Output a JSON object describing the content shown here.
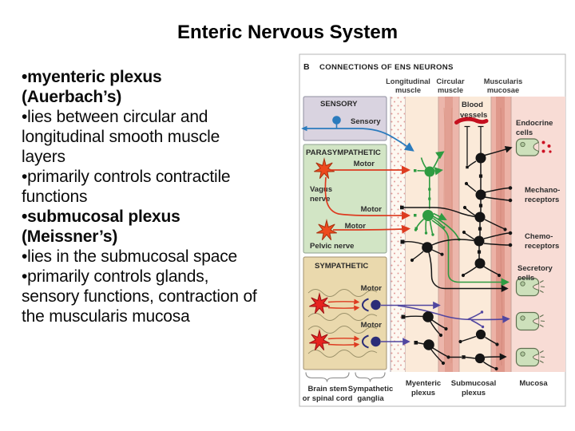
{
  "slide": {
    "title": "Enteric Nervous System"
  },
  "left_text": {
    "lines": [
      {
        "text": "•myenteric plexus",
        "bold": true
      },
      {
        "text": "(Auerbach’s)",
        "bold": true
      },
      {
        "text": "•lies between circular and",
        "bold": false
      },
      {
        "text": "longitudinal smooth muscle",
        "bold": false
      },
      {
        "text": "layers",
        "bold": false
      },
      {
        "text": "•primarily controls contractile",
        "bold": false
      },
      {
        "text": "functions",
        "bold": false
      },
      {
        "text": "•submucosal plexus",
        "bold": true
      },
      {
        "text": "(Meissner’s)",
        "bold": true
      },
      {
        "text": "•lies in the submucosal space",
        "bold": false
      },
      {
        "text": "•primarily controls glands,",
        "bold": false
      },
      {
        "text": "sensory functions, contraction of",
        "bold": false
      },
      {
        "text": "the muscularis mucosa",
        "bold": false
      }
    ]
  },
  "diagram": {
    "panel_letter": "B",
    "title": "CONNECTIONS OF ENS NEURONS",
    "col_longitudinal_1": "Longitudinal",
    "col_longitudinal_2": "muscle",
    "col_circular_1": "Circular",
    "col_circular_2": "muscle",
    "col_muscularis_1": "Muscularis",
    "col_muscularis_2": "mucosae",
    "sensory_box": "SENSORY",
    "sensory_neuron": "Sensory",
    "parasympathetic_box": "PARASYMPATHETIC",
    "motor_labels": [
      "Motor",
      "Motor",
      "Motor",
      "Motor",
      "Motor"
    ],
    "vagus_1": "Vagus",
    "vagus_2": "nerve",
    "pelvic_nerve": "Pelvic nerve",
    "sympathetic_box": "SYMPATHETIC",
    "blood_1": "Blood",
    "blood_2": "vessels",
    "endocrine_1": "Endocrine",
    "endocrine_2": "cells",
    "mechano_1": "Mechano-",
    "mechano_2": "receptors",
    "chemo_1": "Chemo-",
    "chemo_2": "receptors",
    "secretory_1": "Secretory",
    "secretory_2": "cells",
    "myenteric_1": "Myenteric",
    "myenteric_2": "plexus",
    "submucosal_1": "Submucosal",
    "submucosal_2": "plexus",
    "mucosa": "Mucosa",
    "brainstem_1": "Brain stem",
    "brainstem_2": "or spinal cord",
    "ganglia_1": "Sympathetic",
    "ganglia_2": "ganglia",
    "colors": {
      "sensory_box_fill": "#d9d3e0",
      "parasympathetic_box_fill": "#d2e5c5",
      "sympathetic_box_fill": "#ead9ad",
      "muscle_band_pink": "#ecb6ab",
      "plexus_background": "#fbead9",
      "mucosa_background": "#f8dcd5",
      "sensory_axon_blue": "#2b7bbd",
      "parasympathetic_axon_red": "#dd3b20",
      "sympathetic_axon_purple": "#5146a0",
      "preganglionic_star_red": "#e6231f",
      "ens_neuron_green": "#2e9b41",
      "ganglion_navy": "#2b2d78",
      "blood_vessel_red": "#c5101f",
      "cell_green": "#cde0bb"
    }
  }
}
